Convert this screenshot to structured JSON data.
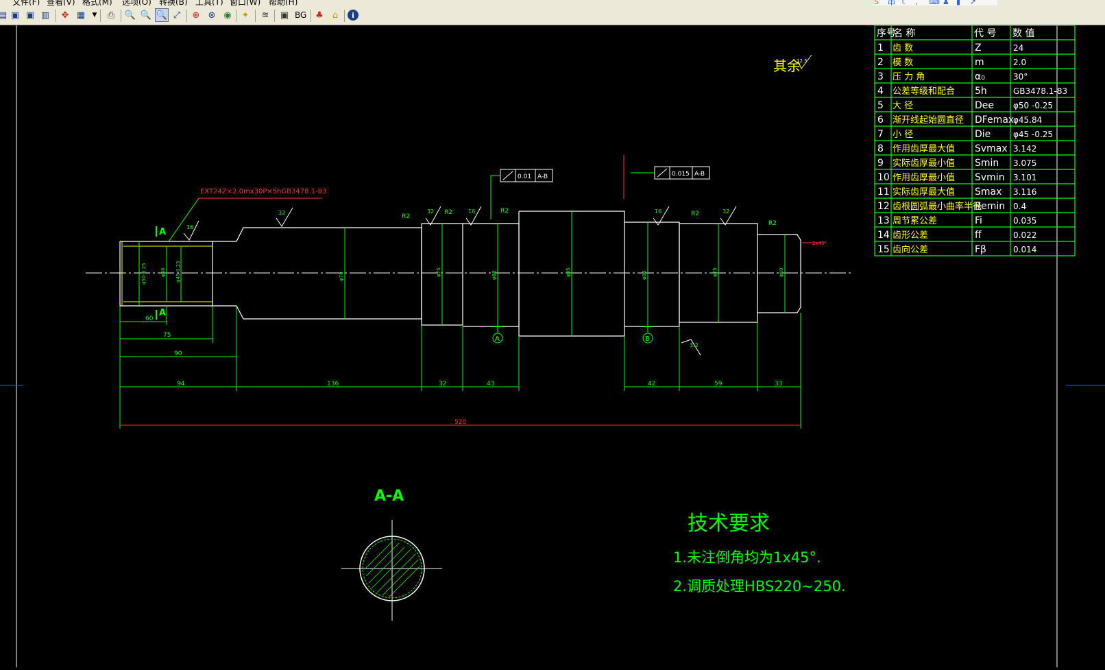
{
  "menu": [
    "文件(F)",
    "查看(V)",
    "格式(M)",
    "选项(O)",
    "转换(B)",
    "工具(T)",
    "窗口(W)",
    "帮助(H)"
  ],
  "toolbar": {
    "icons": [
      "open-icon",
      "save-icon",
      "save-as-icon",
      "export-icon",
      "pan-icon",
      "layer-icon",
      "dropdown-icon",
      "print-icon",
      "zoom-out-icon",
      "zoom-in-icon",
      "zoom-window-icon",
      "zoom-realtime-icon",
      "zoom-extent-icon",
      "zoom-previous-icon",
      "eye-icon",
      "magic-icon",
      "layers-icon",
      "screen-icon",
      "bg-icon",
      "color-icon",
      "home-icon",
      "info-icon"
    ],
    "bg_label": "BG"
  },
  "drawing": {
    "surface_finish_note": "其余",
    "roughness_general": "12.5",
    "thread_callout": "EXT24Z×2.0mx30P×5hGB3478.1-83",
    "section_mark": "A",
    "datum_a": "A",
    "datum_b": "B",
    "tolerance_frame_1": {
      "value": "0.01",
      "datum": "A-B"
    },
    "tolerance_frame_2": {
      "value": "0.015",
      "datum": "A-B"
    },
    "roughness_labels": [
      "16",
      "32",
      "32",
      "16",
      "16",
      "32",
      "3.2"
    ],
    "radius_labels": [
      "R2",
      "R2",
      "R2",
      "R2",
      "R2"
    ],
    "diameters": [
      "φ50-0.25",
      "φ46",
      "φ45-0.25",
      "φ70",
      "φ75",
      "φ80",
      "φ95",
      "φ80",
      "φ75",
      "φ60"
    ],
    "chamfer": "2x45°",
    "dims_left": [
      "60",
      "75",
      "90"
    ],
    "dims_bottom": [
      "94",
      "136",
      "32",
      "43",
      "42",
      "59",
      "33"
    ],
    "dim_total": "520",
    "section_title": "A-A",
    "tech_title": "技术要求",
    "tech_items": [
      "1.未注倒角均为1x45°.",
      "2.调质处理HBS220~250."
    ],
    "param_table": {
      "headers": [
        "序号",
        "名   称",
        "代   号",
        "数   值"
      ],
      "rows": [
        [
          "1",
          "齿    数",
          "Z",
          "24"
        ],
        [
          "2",
          "模    数",
          "m",
          "2.0"
        ],
        [
          "3",
          "压  力  角",
          "α₀",
          "30°"
        ],
        [
          "4",
          "公差等级和配合",
          "5h",
          "GB3478.1-83"
        ],
        [
          "5",
          "大  径",
          "Dee",
          "φ50 -0.25"
        ],
        [
          "6",
          "渐开线起始圆直径",
          "DFemax",
          "φ45.84"
        ],
        [
          "7",
          "小  径",
          "Die",
          "φ45 -0.25"
        ],
        [
          "8",
          "作用齿厚最大值",
          "Svmax",
          "3.142"
        ],
        [
          "9",
          "实际齿厚最小值",
          "Smin",
          "3.075"
        ],
        [
          "10",
          "作用齿厚最小值",
          "Svmin",
          "3.101"
        ],
        [
          "11",
          "实际齿厚最大值",
          "Smax",
          "3.116"
        ],
        [
          "12",
          "齿根圆弧最小曲率半径",
          "Remin",
          "0.4"
        ],
        [
          "13",
          "周节累公差",
          "Fi",
          "0.035"
        ],
        [
          "14",
          "齿形公差",
          "ff",
          "0.022"
        ],
        [
          "15",
          "齿向公差",
          "Fβ",
          "0.014"
        ]
      ]
    }
  }
}
